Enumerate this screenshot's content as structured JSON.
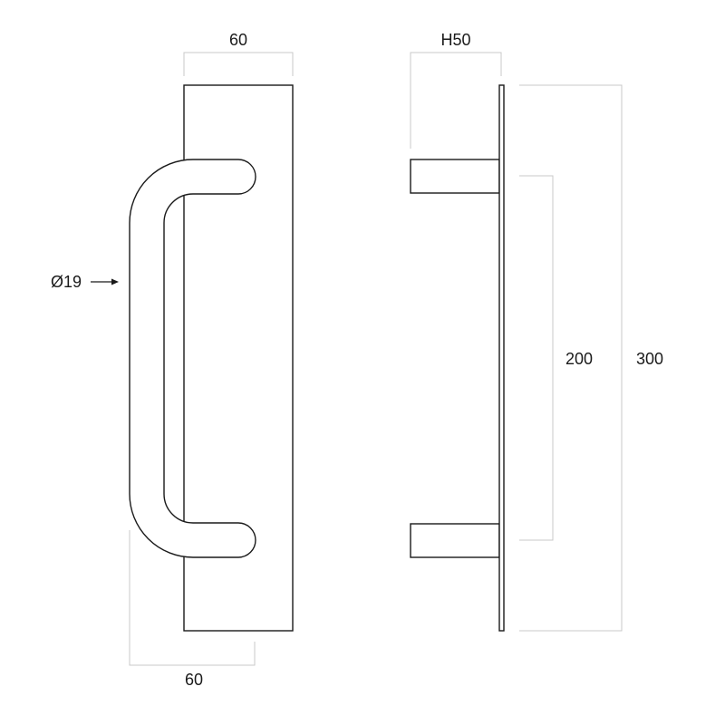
{
  "front_view": {
    "plate_width_label": "60",
    "handle_projection_label": "60",
    "bar_diameter_label": "Ø19"
  },
  "side_view": {
    "projection_label": "H50",
    "centers_label": "200",
    "plate_height_label": "300"
  }
}
